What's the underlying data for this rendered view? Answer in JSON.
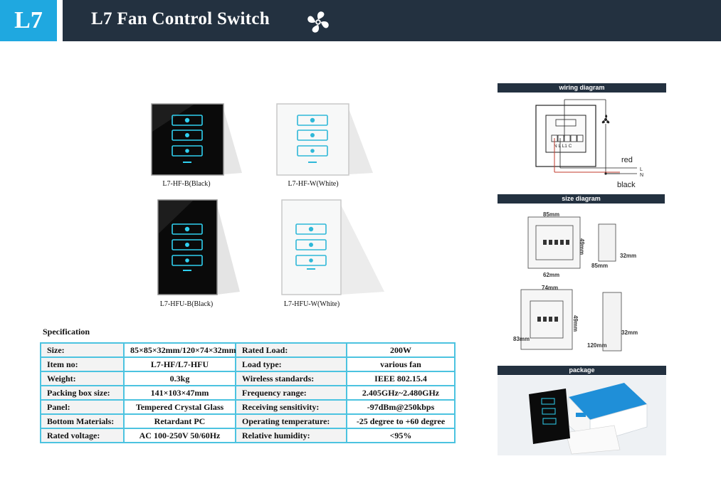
{
  "header": {
    "badge": "L7",
    "title": "L7 Fan Control Switch",
    "icon": "fan-icon"
  },
  "products": [
    {
      "caption": "L7-HF-B(Black)"
    },
    {
      "caption": "L7-HF-W(White)"
    },
    {
      "caption": "L7-HFU-B(Black)"
    },
    {
      "caption": "L7-HFU-W(White)"
    }
  ],
  "spec": {
    "title": "Specification",
    "rows": [
      {
        "label1": "Size:",
        "value1": "85×85×32mm/120×74×32mm",
        "label2": "Rated Load:",
        "value2": "200W"
      },
      {
        "label1": "Item no:",
        "value1": "L7-HF/L7-HFU",
        "label2": "Load type:",
        "value2": "various fan"
      },
      {
        "label1": "Weight:",
        "value1": "0.3kg",
        "label2": "Wireless standards:",
        "value2": "IEEE 802.15.4"
      },
      {
        "label1": "Packing box size:",
        "value1": "141×103×47mm",
        "label2": "Frequency range:",
        "value2": "2.405GHz~2.480GHz"
      },
      {
        "label1": "Panel:",
        "value1": "Tempered Crystal Glass",
        "label2": "Receiving sensitivity:",
        "value2": "-97dBm@250kbps"
      },
      {
        "label1": "Bottom Materials:",
        "value1": "Retardant PC",
        "label2": "Operating temperature:",
        "value2": "-25 degree to +60 degree"
      },
      {
        "label1": "Rated voltage:",
        "value1": "AC 100-250V 50/60Hz",
        "label2": "Relative humidity:",
        "value2": "<95%"
      }
    ]
  },
  "wiring": {
    "title": "wiring diagram",
    "terminals": "N L L1 C",
    "red": "red",
    "black": "black",
    "L": "L",
    "N": "N"
  },
  "size": {
    "title": "size diagram",
    "d85a": "85mm",
    "d49a": "49mm",
    "d62": "62mm",
    "d85b": "85mm",
    "d32a": "32mm",
    "d74": "74mm",
    "d49b": "49mm",
    "d83": "83mm",
    "d120": "120mm",
    "d32b": "32mm"
  },
  "package": {
    "title": "package"
  },
  "colors": {
    "header": "#233140",
    "accent": "#1fa8e0",
    "glow": "#2fd0f0",
    "table_border": "#4cc3e0"
  }
}
